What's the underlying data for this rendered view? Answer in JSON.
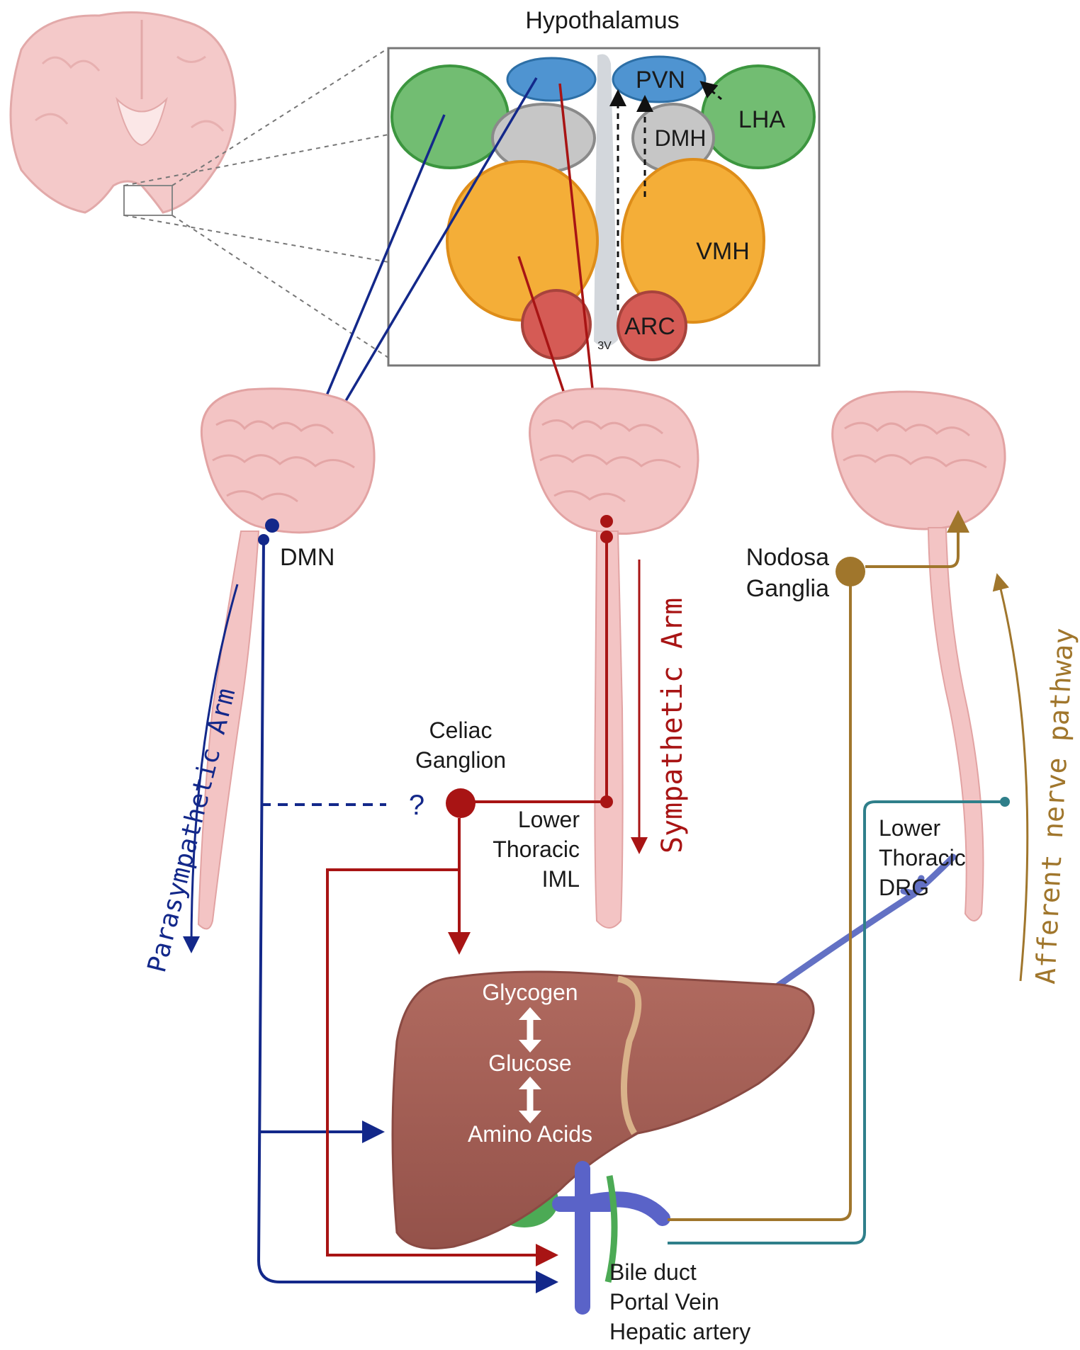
{
  "hypothalamus": {
    "title": "Hypothalamus",
    "nuclei": {
      "pvn": "PVN",
      "dmh": "DMH",
      "lha": "LHA",
      "vmh": "VMH",
      "arc": "ARC",
      "third_ventricle": "3V"
    }
  },
  "parasympathetic": {
    "nucleus": "DMN",
    "arm_label": "Parasympathetic Arm",
    "unknown_link": "?"
  },
  "sympathetic": {
    "arm_label": "Sympathetic Arm",
    "ganglion_line1": "Celiac",
    "ganglion_line2": "Ganglion",
    "iml_line1": "Lower",
    "iml_line2": "Thoracic",
    "iml_line3": "IML"
  },
  "afferent": {
    "arm_label": "Afferent nerve pathway",
    "nodosa_line1": "Nodosa",
    "nodosa_line2": "Ganglia",
    "drg_line1": "Lower",
    "drg_line2": "Thoracic",
    "drg_line3": "DRG"
  },
  "liver": {
    "metabolite1": "Glycogen",
    "metabolite2": "Glucose",
    "metabolite3": "Amino Acids",
    "portal_line1": "Bile duct",
    "portal_line2": "Portal Vein",
    "portal_line3": "Hepatic artery"
  },
  "colors": {
    "parasympathetic": "#13288a",
    "sympathetic": "#a81414",
    "afferent": "#a0762c",
    "drg": "#2f7f8a",
    "liver": "#a35f55",
    "brain": "#f3c4c4"
  }
}
